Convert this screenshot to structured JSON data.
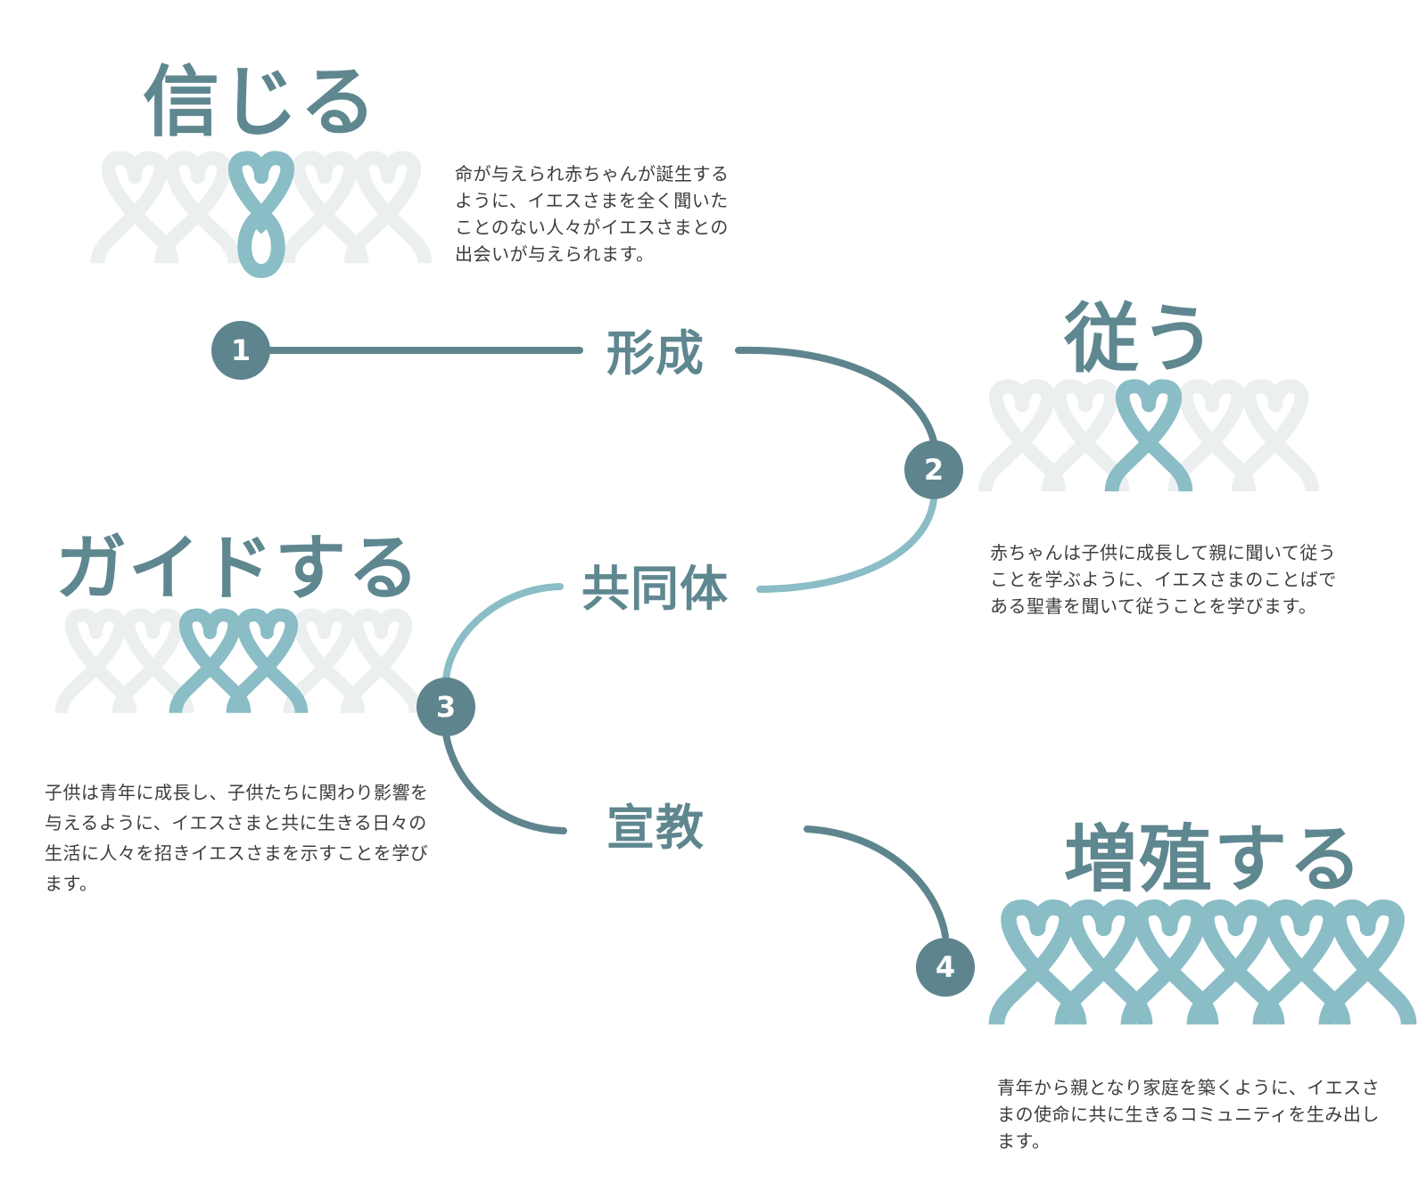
{
  "colors": {
    "dark": "#5e858e",
    "light": "#8abdc6",
    "faded": "#eceff0",
    "text": "#3d3d3d"
  },
  "stages": [
    {
      "number": "1",
      "title": "信じる",
      "description": "命が与えられ赤ちゃんが誕生するように、イエスさまを全く聞いたことのない人々がイエスさまとの出会いが与えられます。",
      "highlighted_figures": [
        3
      ],
      "figure_count": 5
    },
    {
      "number": "2",
      "title": "従う",
      "description": "赤ちゃんは子供に成長して親に聞いて従うことを学ぶように、イエスさまのことばである聖書を聞いて従うことを学びます。",
      "highlighted_figures": [
        3
      ],
      "figure_count": 5
    },
    {
      "number": "3",
      "title": "ガイドする",
      "description": "子供は青年に成長し、子供たちに関わり影響を与えるように、イエスさまと共に生きる日々の生活に人々を招きイエスさまを示すことを学びます。",
      "highlighted_figures": [
        3,
        4
      ],
      "figure_count": 6
    },
    {
      "number": "4",
      "title": "増殖する",
      "description": "青年から親となり家庭を築くように、イエスさまの使命に共に生きるコミュニティを生み出します。",
      "highlighted_figures": [
        1,
        2,
        3,
        4,
        5,
        6
      ],
      "figure_count": 6
    }
  ],
  "phases": [
    {
      "label": "形成"
    },
    {
      "label": "共同体"
    },
    {
      "label": "宣教"
    }
  ],
  "icons": {
    "ribbon": "ribbon-person-icon",
    "baby": "baby-heart-icon"
  }
}
